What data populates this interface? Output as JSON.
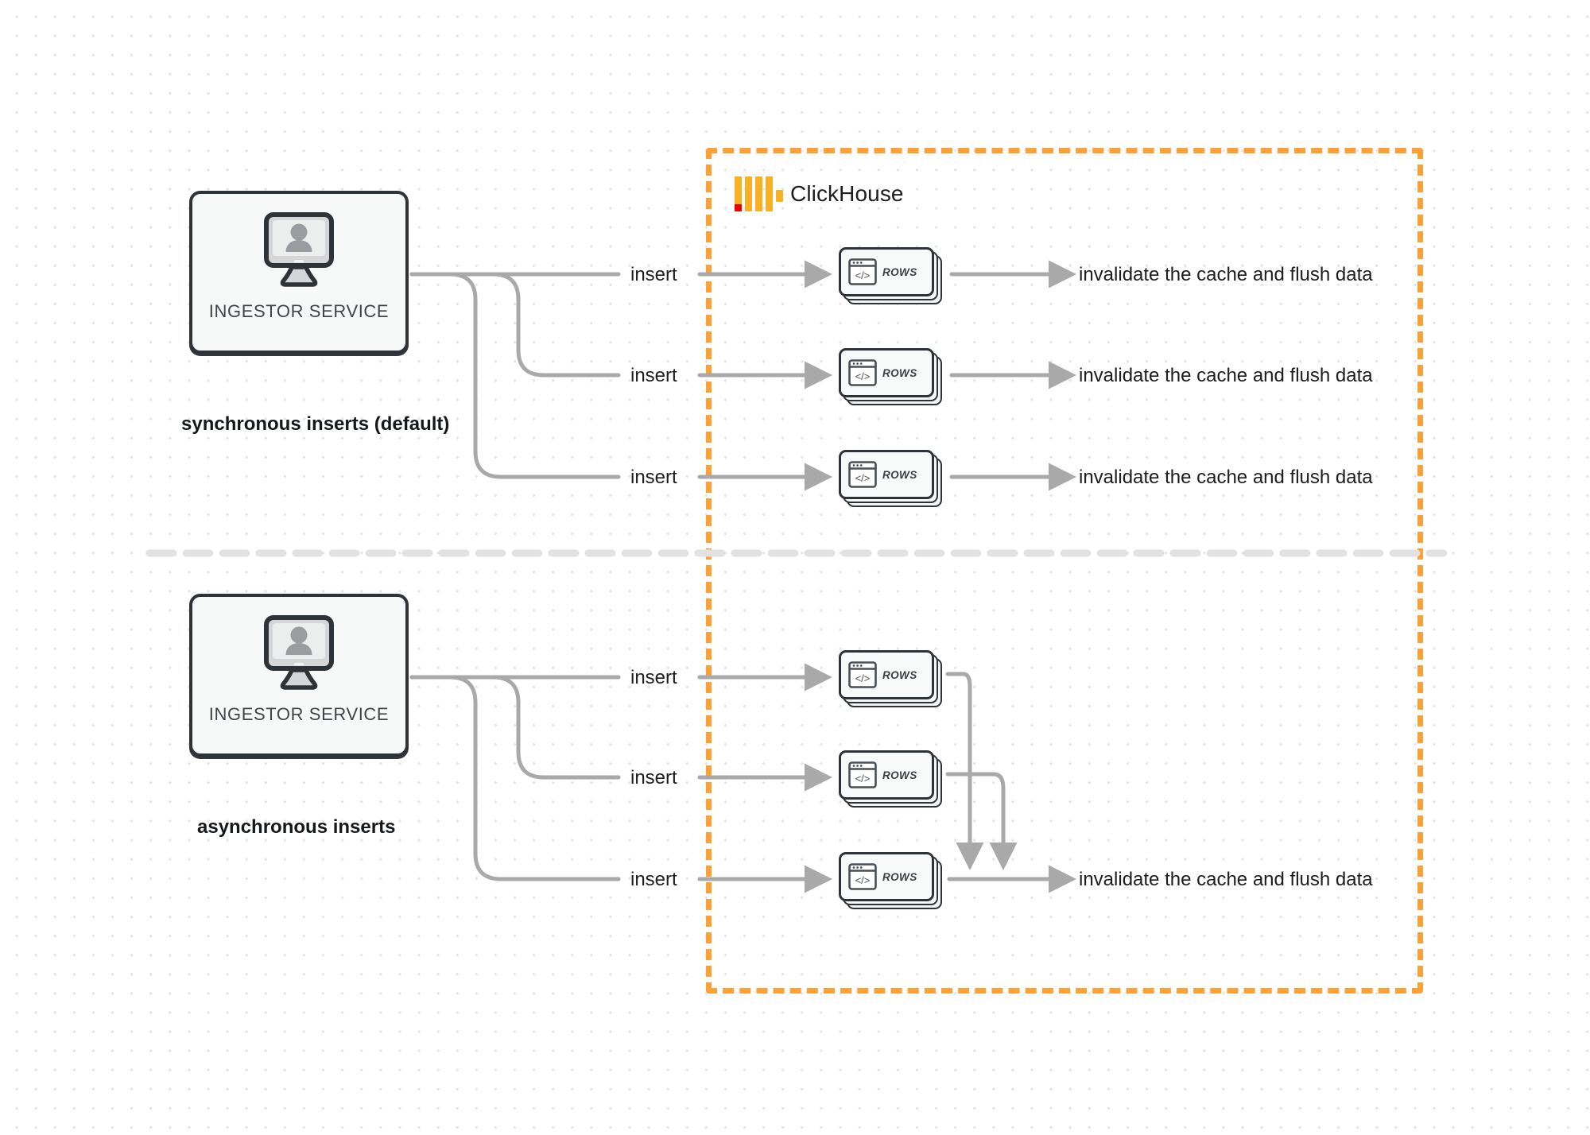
{
  "diagram": {
    "title": "ClickHouse synchronous vs asynchronous inserts",
    "colors": {
      "clickhouse_orange": "#fda036",
      "logo_yellow": "#f8b125",
      "logo_red": "#ee0000",
      "connector_gray": "#a9a9a9",
      "node_outline": "#2e3338",
      "node_fill": "#f7f8f8",
      "divider_gray": "#e2e2e2",
      "background": "#ffffff",
      "dot_grid": "#e8e6e4"
    }
  },
  "clickhouse_boundary": {
    "brand_name": "ClickHouse",
    "logo_name": "clickhouse-logo"
  },
  "sections": [
    {
      "id": "synchronous",
      "caption": "synchronous inserts (default)",
      "service": {
        "label": "INGESTOR SERVICE",
        "icon": "monitor-user-icon"
      },
      "flows": [
        {
          "insert_label": "insert",
          "rows_label": "ROWS",
          "result_label": "invalidate the cache and flush data"
        },
        {
          "insert_label": "insert",
          "rows_label": "ROWS",
          "result_label": "invalidate the cache and flush data"
        },
        {
          "insert_label": "insert",
          "rows_label": "ROWS",
          "result_label": "invalidate the cache and flush data"
        }
      ]
    },
    {
      "id": "asynchronous",
      "caption": "asynchronous inserts",
      "service": {
        "label": "INGESTOR SERVICE",
        "icon": "monitor-user-icon"
      },
      "flows": [
        {
          "insert_label": "insert",
          "rows_label": "ROWS"
        },
        {
          "insert_label": "insert",
          "rows_label": "ROWS"
        },
        {
          "insert_label": "insert",
          "rows_label": "ROWS"
        }
      ],
      "merged_result_label": "invalidate the cache and flush data"
    }
  ]
}
